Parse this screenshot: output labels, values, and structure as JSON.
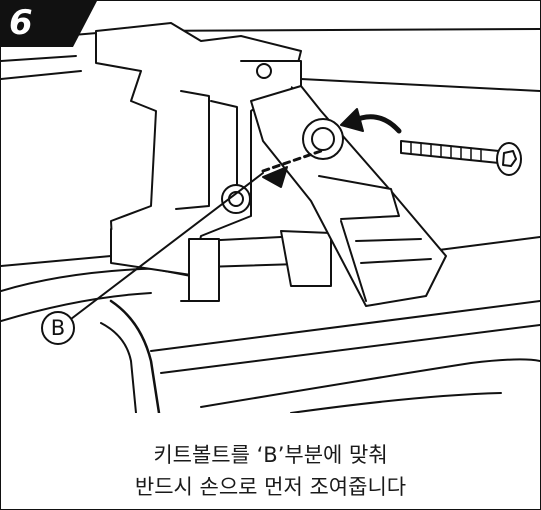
{
  "step": {
    "number": "6"
  },
  "callout": {
    "label": "B"
  },
  "caption": {
    "line1": "키트볼트를 ‘B’부분에 맞춰",
    "line2": "반드시 손으로 먼저 조여줍니다"
  },
  "colors": {
    "badge": "#111111",
    "line": "#111111",
    "background": "#ffffff"
  },
  "icons": {
    "arrow": "curved-arrow-icon",
    "bolt": "hex-bolt-icon"
  }
}
